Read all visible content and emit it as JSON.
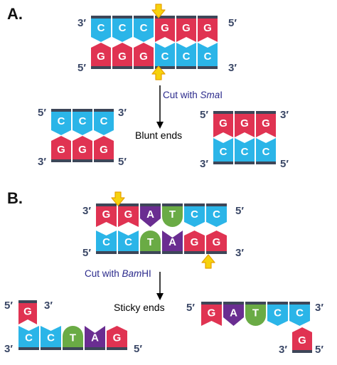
{
  "colors": {
    "C": "#2bb5e8",
    "G": "#e03352",
    "A": "#6a2d91",
    "T": "#6aab45",
    "backbone": "#3d4658",
    "cut_arrow": "#f6d20d",
    "cut_arrow_stroke": "#e8a000",
    "cut_text": "#2b2a8c"
  },
  "panel_a": {
    "label": "A.",
    "enzyme_cut": {
      "prefix": "Cut with ",
      "enzyme_italic": "Sma",
      "enzyme_suffix": "I"
    },
    "result_label": "Blunt ends",
    "intact": {
      "top_strand": {
        "five_end": "5′",
        "three_end": "3′",
        "bases": [
          "C",
          "C",
          "C",
          "G",
          "G",
          "G"
        ]
      },
      "bottom_strand": {
        "five_end": "5′",
        "three_end": "3′",
        "bases": [
          "G",
          "G",
          "G",
          "C",
          "C",
          "C"
        ]
      }
    },
    "left_fragment": {
      "top": {
        "start_end": "5′",
        "end_end": "3′",
        "bases": [
          "C",
          "C",
          "C"
        ]
      },
      "bottom": {
        "start_end": "3′",
        "end_end": "5′",
        "bases": [
          "G",
          "G",
          "G"
        ]
      }
    },
    "right_fragment": {
      "top": {
        "start_end": "5′",
        "end_end": "3′",
        "bases": [
          "G",
          "G",
          "G"
        ]
      },
      "bottom": {
        "start_end": "3′",
        "end_end": "5′",
        "bases": [
          "C",
          "C",
          "C"
        ]
      }
    }
  },
  "panel_b": {
    "label": "B.",
    "enzyme_cut": {
      "prefix": "Cut with ",
      "enzyme_italic": "Bam",
      "enzyme_suffix": "HI"
    },
    "result_label": "Sticky ends",
    "intact": {
      "top_strand": {
        "three_end": "3′",
        "five_end": "5′",
        "bases": [
          "G",
          "G",
          "A",
          "T",
          "C",
          "C"
        ]
      },
      "bottom_strand": {
        "five_end": "5′",
        "three_end": "3′",
        "bases": [
          "C",
          "C",
          "T",
          "A",
          "G",
          "G"
        ]
      }
    },
    "left_fragment": {
      "top": {
        "start_end": "5′",
        "end_end": "3′",
        "bases": [
          "G"
        ]
      },
      "bottom": {
        "start_end": "3′",
        "end_end": "5′",
        "bases": [
          "C",
          "C",
          "T",
          "A",
          "G"
        ]
      }
    },
    "right_fragment": {
      "top": {
        "start_end": "5′",
        "end_end": "3′",
        "bases": [
          "G",
          "A",
          "T",
          "C",
          "C"
        ]
      },
      "bottom": {
        "start_end": "3′",
        "end_end": "5′",
        "bases": [
          "G"
        ]
      }
    }
  }
}
